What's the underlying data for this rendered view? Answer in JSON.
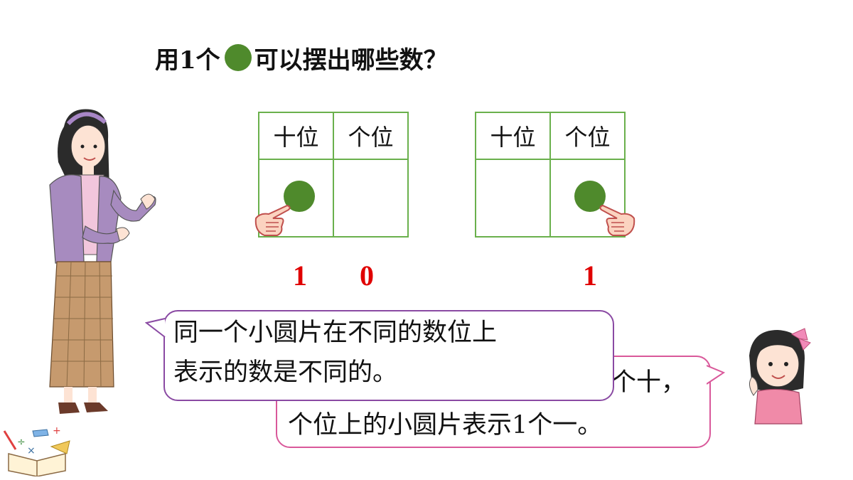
{
  "title": {
    "prefix": "用1个",
    "suffix": "可以摆出哪些数？"
  },
  "tables": [
    {
      "tens_header": "十位",
      "ones_header": "个位",
      "chip_in": "tens",
      "number_digits": [
        "1",
        "0"
      ]
    },
    {
      "tens_header": "十位",
      "ones_header": "个位",
      "chip_in": "ones",
      "number_digits": [
        "1"
      ]
    }
  ],
  "bubbles": {
    "teacher_line1": "同一个小圆片在不同的数位上",
    "teacher_line2": "表示的数是不同的。",
    "girl_line1_visible": "个十，",
    "girl_line2": "个位上的小圆片表示1个一。"
  },
  "colors": {
    "chip": "#4f8a2c",
    "grid": "#6ab04c",
    "digits": "#e00000",
    "teacher_bubble_border": "#8a4aa3",
    "girl_bubble_border": "#d9589a"
  },
  "icons": [
    "teacher-illustration",
    "girl-illustration",
    "pointing-hand-icon",
    "math-book-icon"
  ]
}
